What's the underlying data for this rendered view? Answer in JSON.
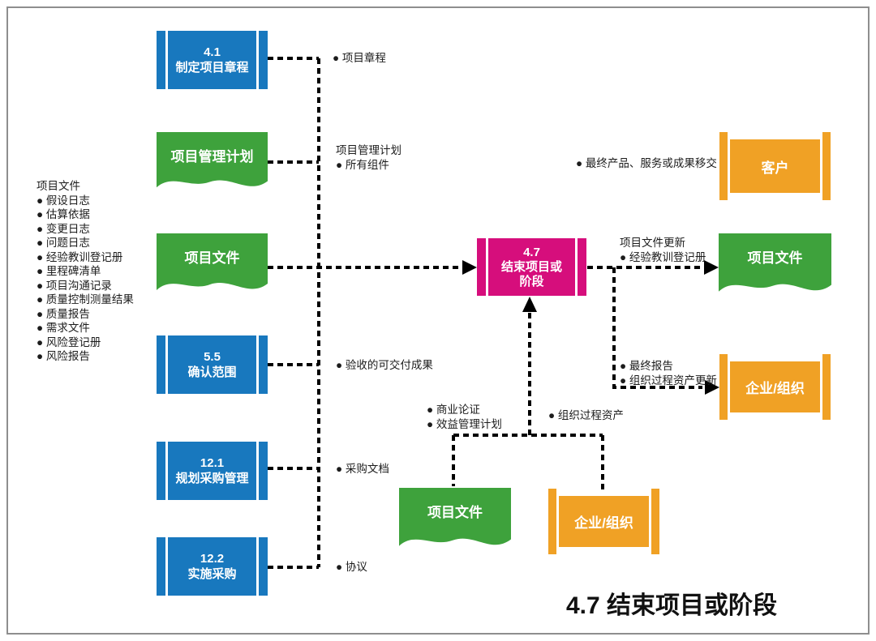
{
  "diagram_title": "4.7 结束项目或阶段",
  "colors": {
    "process_blue": "#1878BE",
    "document_green": "#3EA23C",
    "center_pink": "#D60E7C",
    "external_orange": "#F0A125",
    "connector_black": "#000000",
    "frame_gray": "#8e8e8e"
  },
  "left_list": {
    "header": "项目文件",
    "items": [
      "● 假设日志",
      "● 估算依据",
      "● 变更日志",
      "● 问题日志",
      "● 经验教训登记册",
      "● 里程碑清单",
      "● 项目沟通记录",
      "● 质量控制测量结果",
      "● 质量报告",
      "● 需求文件",
      "● 风险登记册",
      "● 风险报告"
    ]
  },
  "shapes": {
    "proc_41": {
      "line1": "4.1",
      "line2": "制定项目章程"
    },
    "doc_pm_plan": {
      "label": "项目管理计划"
    },
    "doc_proj_docs_left": {
      "label": "项目文件"
    },
    "proc_55": {
      "line1": "5.5",
      "line2": "确认范围"
    },
    "proc_121": {
      "line1": "12.1",
      "line2": "规划采购管理"
    },
    "proc_122": {
      "line1": "12.2",
      "line2": "实施采购"
    },
    "proc_47": {
      "line1": "4.7",
      "line2": "结束项目或",
      "line3": "阶段"
    },
    "doc_proj_docs_bottom": {
      "label": "项目文件"
    },
    "ibeam_org_bottom": {
      "label": "企业/组织"
    },
    "ibeam_customer": {
      "label": "客户"
    },
    "doc_proj_docs_right": {
      "label": "项目文件"
    },
    "ibeam_org_right": {
      "label": "企业/组织"
    }
  },
  "labels": {
    "charter": "● 项目章程",
    "pm_plan_line1": "项目管理计划",
    "pm_plan_line2": "● 所有组件",
    "accepted_deliverables": "● 验收的可交付成果",
    "procurement_docs": "● 采购文档",
    "agreements": "● 协议",
    "final_product": "● 最终产品、服务或成果移交",
    "doc_updates_line1": "项目文件更新",
    "doc_updates_line2": "● 经验教训登记册",
    "final_report": "● 最终报告",
    "opa_updates": "● 组织过程资产更新",
    "business_case": "● 商业论证",
    "benefits_plan": "● 效益管理计划",
    "opa": "● 组织过程资产"
  }
}
